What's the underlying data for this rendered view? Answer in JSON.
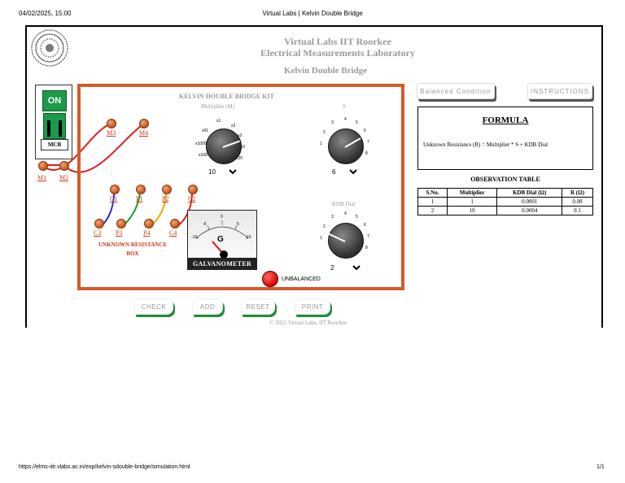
{
  "print_header": {
    "datetime": "04/02/2025, 15:00",
    "page_title": "Virtual Labs | Kelvin Double Bridge"
  },
  "print_footer": {
    "url": "https://elms-iitr.vlabs.ac.in/exp/kelvin-sdouble-bridge/simulation.html",
    "page_num": "1/1"
  },
  "header": {
    "line1": "Virtual Labs IIT Roorkee",
    "line2": "Electrical Measurements Laboratory",
    "subtitle": "Kelvin Double Bridge"
  },
  "mcb": {
    "on_label": "ON",
    "label": "MCB"
  },
  "kit": {
    "title": "KELVIN DOUBLE BRIDGE KIT",
    "multiplier_label": "Multiplier (M)",
    "s_label": "S",
    "kdb_label": "KDB Dial",
    "unknown_label_1": "UNKNOWN RESISTANCE",
    "unknown_label_2": "BOX",
    "galvanometer_label": "GALVANOMETER",
    "galvanometer_letter": "G",
    "status": "UNBALANCED"
  },
  "terminals": {
    "M1": "M1",
    "M2": "M2",
    "M3": "M3",
    "M4": "M4",
    "C1": "C1",
    "P1": "P1",
    "P2": "P2",
    "C2": "C2",
    "C3": "C3",
    "P3": "P3",
    "P4": "P4",
    "C4": "C4"
  },
  "selects": {
    "multiplier": "10",
    "s": "6",
    "kdb": "2"
  },
  "dials": {
    "multiplier_ticks": [
      "x1",
      "x2",
      "x3",
      "x10",
      "x20",
      "x100",
      "x1000",
      "x01"
    ],
    "s_ticks": [
      "1",
      "2",
      "3",
      "4",
      "5",
      "6",
      "7",
      "8"
    ],
    "kdb_ticks": [
      "1",
      "2",
      "3",
      "4",
      "5",
      "6",
      "7",
      "8"
    ]
  },
  "galv_ticks": [
    "-10",
    "-5",
    "0",
    "5",
    "10"
  ],
  "top_buttons": {
    "balanced": "Balanced Condition",
    "instructions": "INSTRUCTIONS"
  },
  "formula": {
    "title": "FORMULA",
    "text": "Unknown Resistance (R) = Multiplier * S + KDB Dial"
  },
  "observation": {
    "title": "OBSERVATION TABLE",
    "headers": [
      "S.No.",
      "Multiplier",
      "KDB Dial (Ω)",
      "R (Ω)"
    ],
    "rows": [
      [
        "1",
        "1",
        "0.0001",
        "0.08"
      ],
      [
        "2",
        "10",
        "0.0004",
        "0.1"
      ]
    ]
  },
  "buttons": {
    "check": "CHECK",
    "add": "ADD",
    "reset": "RESET",
    "print": "PRINT"
  },
  "copyright": "© 2022 Virtual Labs, IIT Roorkee",
  "colors": {
    "kit_border": "#d55a28",
    "mcb_green": "#1c9a4a",
    "button_shadow": "#1d8f38",
    "wire_red": "#e0201c",
    "wire_blue": "#2233cc",
    "wire_green": "#179a2a",
    "wire_yellow": "#f0a800",
    "lamp_red": "#e01010"
  }
}
